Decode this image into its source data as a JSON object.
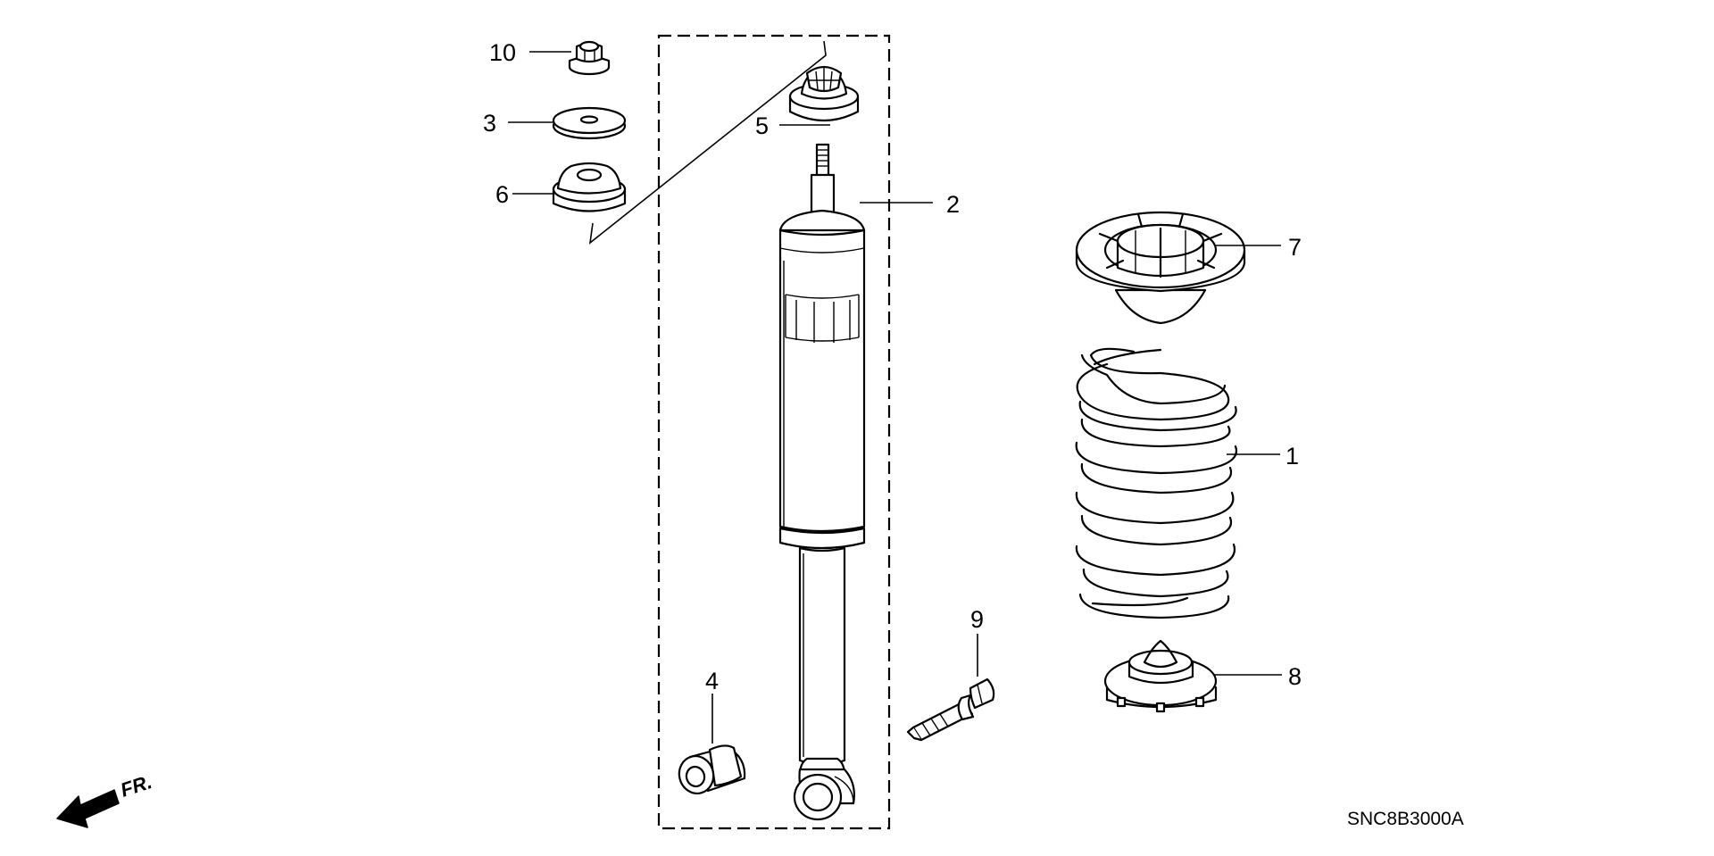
{
  "diagram": {
    "code": "SNC8B3000A",
    "direction_label": "FR.",
    "parts": [
      {
        "ref": "10",
        "icon": "flange-nut-icon"
      },
      {
        "ref": "3",
        "icon": "washer-icon"
      },
      {
        "ref": "6",
        "icon": "rubber-bushing-icon"
      },
      {
        "ref": "5",
        "icon": "mount-bushing-icon"
      },
      {
        "ref": "2",
        "icon": "shock-absorber-icon"
      },
      {
        "ref": "7",
        "icon": "upper-spring-seat-icon"
      },
      {
        "ref": "1",
        "icon": "coil-spring-icon"
      },
      {
        "ref": "9",
        "icon": "flange-bolt-icon"
      },
      {
        "ref": "8",
        "icon": "lower-spring-seat-icon"
      },
      {
        "ref": "4",
        "icon": "lower-bushing-icon"
      }
    ]
  }
}
